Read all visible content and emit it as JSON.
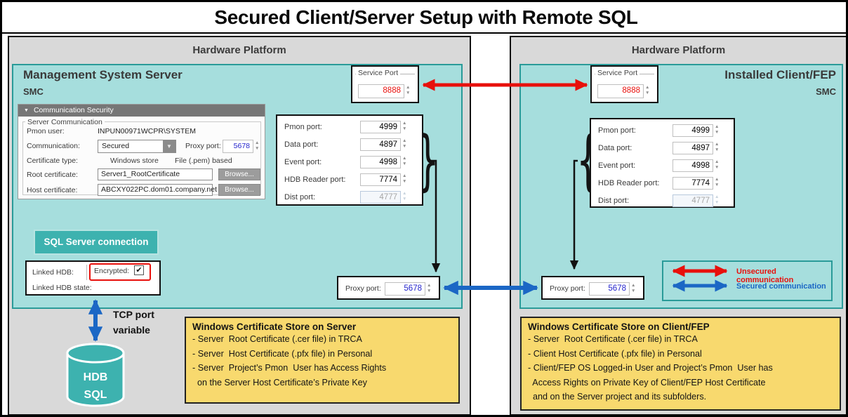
{
  "title": "Secured Client/Server Setup with Remote SQL",
  "icons": {
    "collapse_arrow": "▼",
    "dropdown_arrow": "▼",
    "checkbox_check": "✔",
    "brace_right": "}",
    "brace_left": "{"
  },
  "colors": {
    "teal_fill": "#a6dedd",
    "teal_border": "#2a9b99",
    "teal_accent": "#3db2af",
    "panel_gray": "#d9d9d9",
    "note_yellow": "#f8d96e",
    "unsecured_red": "#e8100c",
    "secured_blue": "#1b67c5"
  },
  "left_platform": {
    "header": "Hardware Platform",
    "server_box": {
      "title": "Management System Server",
      "subtitle": "SMC",
      "service_port": {
        "label": "Service Port",
        "value": "8888"
      },
      "security_dialog": {
        "titlebar": "Communication Security",
        "group": "Server Communication",
        "pmon_user_label": "Pmon user:",
        "pmon_user_value": "INPUN00971WCPR\\SYSTEM",
        "communication_label": "Communication:",
        "communication_value": "Secured",
        "proxy_port_label": "Proxy port:",
        "proxy_port_value": "5678",
        "certificate_type_label": "Certificate type:",
        "radio_windows_store": "Windows store",
        "radio_file_pem": "File (.pem) based",
        "root_certificate_label": "Root certificate:",
        "root_certificate_value": "Server1_RootCertificate",
        "host_certificate_label": "Host certificate:",
        "host_certificate_value": "ABCXY022PC.dom01.company.net",
        "browse_label": "Browse..."
      },
      "ports": {
        "rows": [
          {
            "label": "Pmon port:",
            "value": "4999"
          },
          {
            "label": "Data port:",
            "value": "4897"
          },
          {
            "label": "Event port:",
            "value": "4998"
          },
          {
            "label": "HDB Reader port:",
            "value": "7774"
          },
          {
            "label": "Dist port:",
            "value": "4777"
          }
        ]
      },
      "proxy_port": {
        "label": "Proxy port:",
        "value": "5678"
      },
      "sql_button_label": "SQL Server connection",
      "linked_hdb": {
        "linked_label": "Linked HDB:",
        "encrypted_label": "Encrypted:",
        "state_label": "Linked HDB state:"
      }
    },
    "tcp_note": {
      "line1": "TCP port",
      "line2": "variable"
    },
    "database": {
      "line1": "HDB",
      "line2": "SQL"
    },
    "cert_note": {
      "title": "Windows Certificate Store on Server",
      "lines": [
        "- Server  Root Certificate (.cer file) in TRCA",
        "- Server  Host Certificate (.pfx file) in Personal",
        "- Server  Project’s Pmon  User has Access Rights",
        "  on the Server Host Certificate’s Private Key"
      ]
    }
  },
  "right_platform": {
    "header": "Hardware Platform",
    "client_box": {
      "title": "Installed Client/FEP",
      "subtitle": "SMC",
      "service_port": {
        "label": "Service Port",
        "value": "8888"
      },
      "ports": {
        "rows": [
          {
            "label": "Pmon port:",
            "value": "4999"
          },
          {
            "label": "Data port:",
            "value": "4897"
          },
          {
            "label": "Event port:",
            "value": "4998"
          },
          {
            "label": "HDB Reader port:",
            "value": "7774"
          },
          {
            "label": "Dist port:",
            "value": "4777"
          }
        ]
      },
      "proxy_port": {
        "label": "Proxy port:",
        "value": "5678"
      },
      "legend": {
        "unsecured_label": "Unsecured communication",
        "secured_label": "Secured communication"
      }
    },
    "cert_note": {
      "title": "Windows Certificate Store on Client/FEP",
      "lines": [
        "- Server  Root Certificate (.cer file) in TRCA",
        "- Client Host Certificate (.pfx file) in Personal",
        "- Client/FEP OS Logged-in User and Project’s Pmon  User has",
        "  Access Rights on Private Key of Client/FEP Host Certificate",
        "  and on the Server project and its subfolders."
      ]
    }
  }
}
